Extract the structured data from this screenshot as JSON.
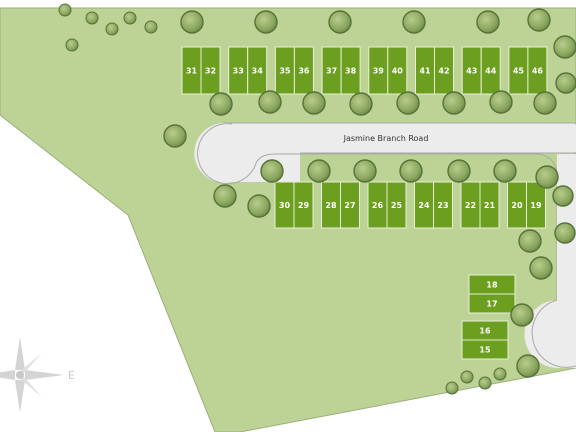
{
  "road": {
    "name": "Jasmine Branch Road"
  },
  "compass": {
    "east_label": "E"
  },
  "colors": {
    "land": "#bdd395",
    "land_edge": "#9aae7d",
    "lot": "#6c9f1f",
    "lot_border": "#e6efd6",
    "road": "#ececec",
    "road_edge": "#a8a8a8",
    "tree": "#8ca75f",
    "tree_ring": "#55733a"
  },
  "lots": {
    "north_row": [
      "31",
      "32",
      "33",
      "34",
      "35",
      "36",
      "37",
      "38",
      "39",
      "40",
      "41",
      "42",
      "43",
      "44",
      "45",
      "46"
    ],
    "south_row": [
      "30",
      "29",
      "28",
      "27",
      "26",
      "25",
      "24",
      "23",
      "22",
      "21",
      "20",
      "19"
    ],
    "east_group": [
      "18",
      "17",
      "16",
      "15"
    ]
  }
}
